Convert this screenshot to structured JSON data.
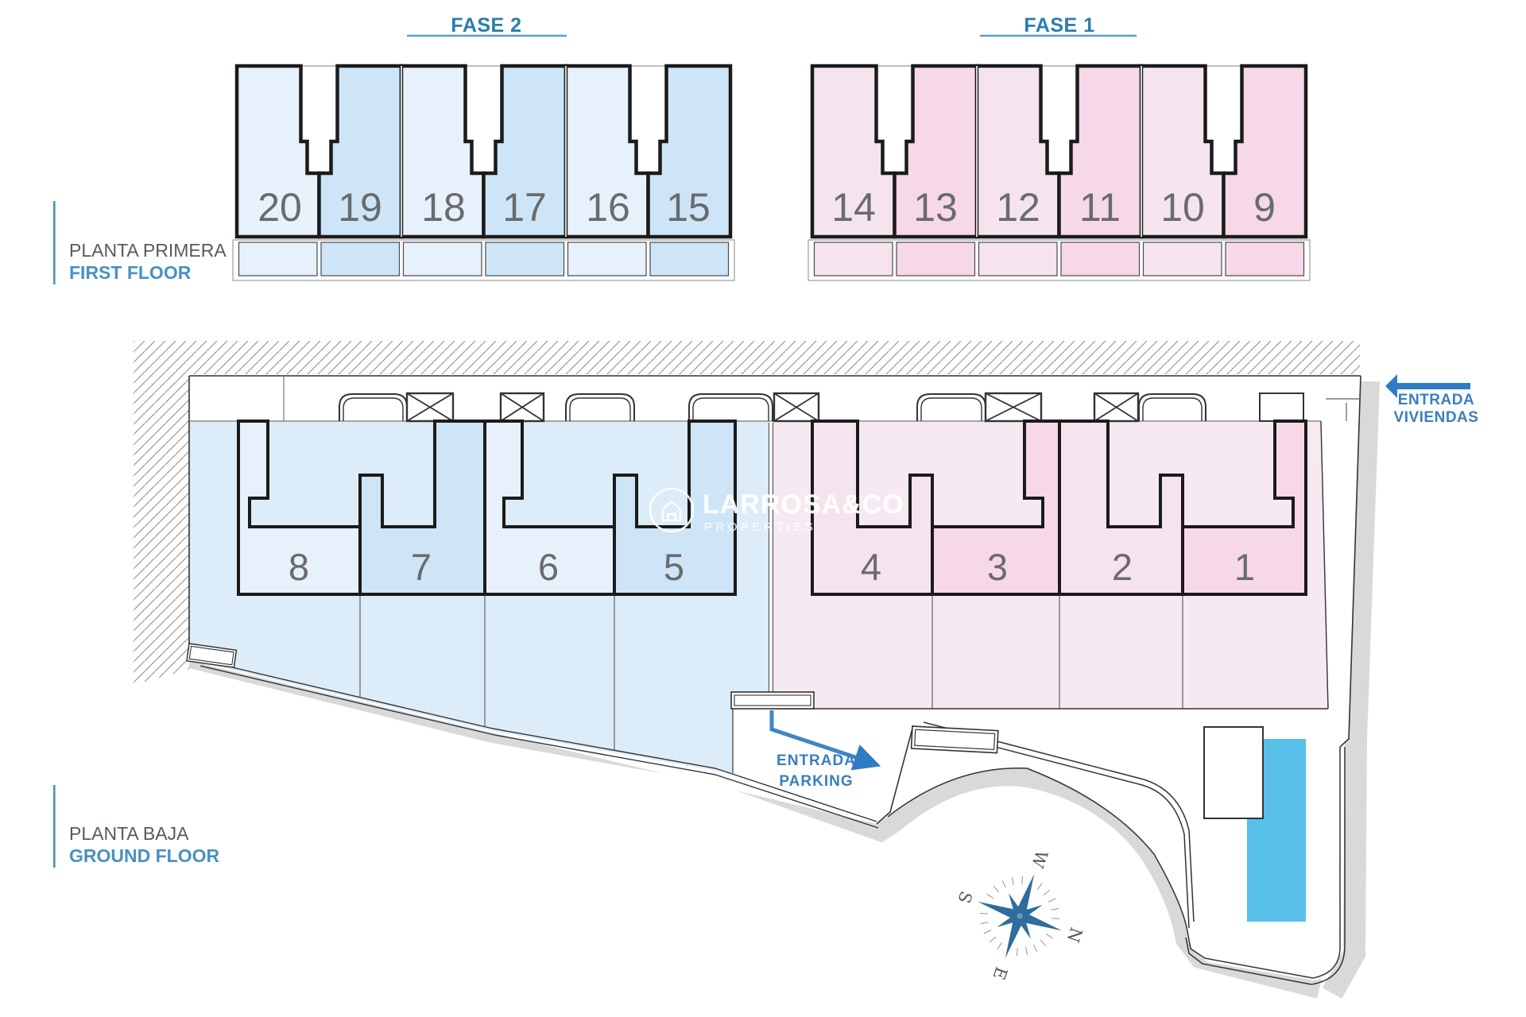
{
  "phases": {
    "fase2_label": "FASE 2",
    "fase1_label": "FASE 1"
  },
  "floors": {
    "first": {
      "label_es": "PLANTA PRIMERA",
      "label_en": "FIRST FLOOR",
      "fase2_units": [
        "20",
        "19",
        "18",
        "17",
        "16",
        "15"
      ],
      "fase1_units": [
        "14",
        "13",
        "12",
        "11",
        "10",
        "9"
      ]
    },
    "ground": {
      "label_es": "PLANTA BAJA",
      "label_en": "GROUND FLOOR",
      "fase2_units": [
        "8",
        "7",
        "6",
        "5"
      ],
      "fase1_units": [
        "4",
        "3",
        "2",
        "1"
      ]
    }
  },
  "annotations": {
    "entrada_viviendas_line1": "ENTRADA",
    "entrada_viviendas_line2": "VIVIENDAS",
    "entrada_parking_line1": "ENTRADA",
    "entrada_parking_line2": "PARKING"
  },
  "compass": {
    "north": "N",
    "south": "S",
    "east": "E",
    "west": "W"
  },
  "watermark": {
    "name": "LARROSA&CO",
    "tagline": "PROPERTIES"
  },
  "colors": {
    "fase2_unit_light": "#e7f1fb",
    "fase2_unit_dark": "#cde5f7",
    "fase1_unit_light": "#f5e4ee",
    "fase1_unit_dark": "#f7d8e8",
    "fase2_plot": "#dcecf9",
    "fase1_plot": "#f7e9f1",
    "pool": "#59c0ea",
    "accent_blue": "#2e7cc3",
    "label_blue": "#4a90c2",
    "label_gray": "#58595b",
    "number_gray": "#696b6d"
  }
}
